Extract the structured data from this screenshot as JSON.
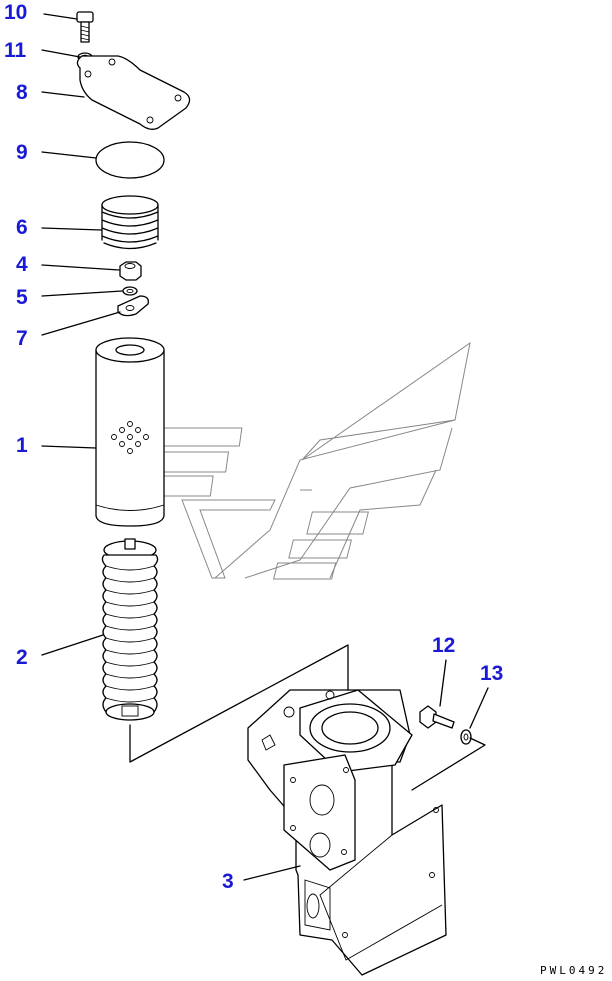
{
  "callouts": {
    "c10": "10",
    "c11": "11",
    "c8": "8",
    "c9": "9",
    "c6": "6",
    "c4": "4",
    "c5": "5",
    "c7": "7",
    "c1": "1",
    "c2": "2",
    "c12": "12",
    "c13": "13",
    "c3": "3"
  },
  "drawing_code": "PWL0492",
  "colors": {
    "callout": "#1a1ad6",
    "line": "#000000",
    "watermark": "#888888"
  }
}
